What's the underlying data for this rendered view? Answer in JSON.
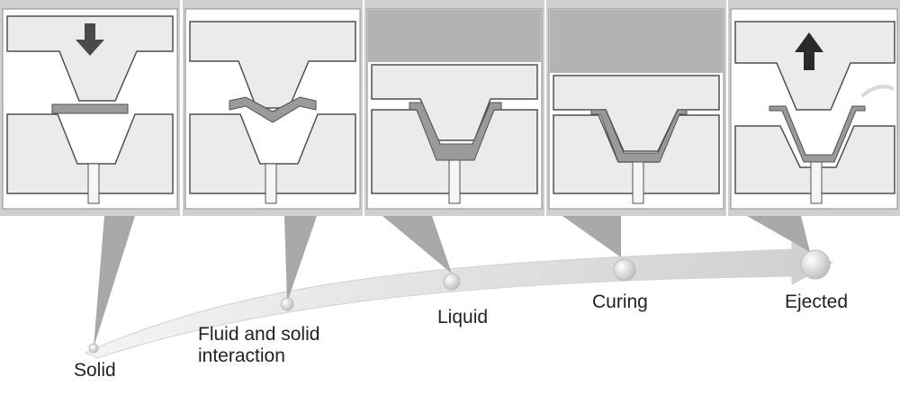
{
  "stages": [
    {
      "id": "solid",
      "label_line1": "Solid",
      "label_line2": "",
      "arrow": "down"
    },
    {
      "id": "fluid-solid",
      "label_line1": "Fluid and solid",
      "label_line2": "interaction",
      "arrow": ""
    },
    {
      "id": "liquid",
      "label_line1": "Liquid",
      "label_line2": "",
      "arrow": ""
    },
    {
      "id": "curing",
      "label_line1": "Curing",
      "label_line2": "",
      "arrow": ""
    },
    {
      "id": "ejected",
      "label_line1": "Ejected",
      "label_line2": "",
      "arrow": "up"
    }
  ],
  "colors": {
    "panel_border": "#8c8c8c",
    "mold_fill": "#ebebeb",
    "mold_stroke": "#505050",
    "top_band": "#b3b3b3",
    "material": "#9a9a9a",
    "arrow_icon": "#3a3a3a",
    "callout": "#a8a8a8",
    "path": "#dcdcdc",
    "label": "#222222"
  }
}
